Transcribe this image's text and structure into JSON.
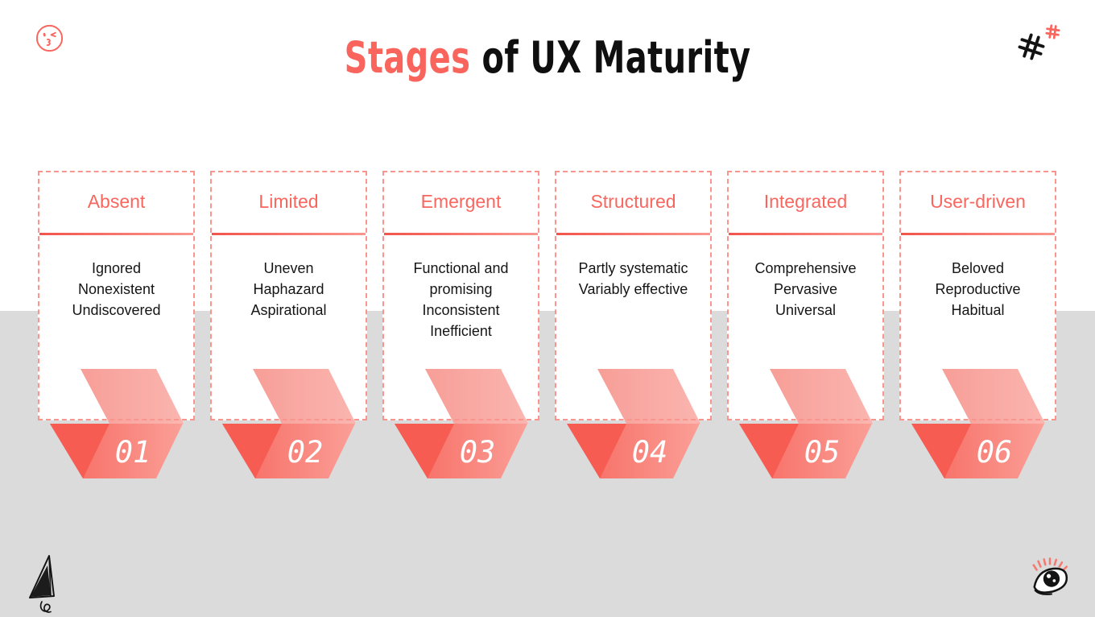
{
  "page": {
    "title_accent": "Stages",
    "title_rest": " of UX Maturity"
  },
  "cards": [
    {
      "number": "01",
      "title": "Absent",
      "lines": [
        "Ignored",
        "Nonexistent",
        "Undiscovered"
      ]
    },
    {
      "number": "02",
      "title": "Limited",
      "lines": [
        "Uneven",
        "Haphazard",
        "Aspirational"
      ]
    },
    {
      "number": "03",
      "title": "Emergent",
      "lines": [
        "Functional and",
        "promising",
        "Inconsistent",
        "Inefficient"
      ]
    },
    {
      "number": "04",
      "title": "Structured",
      "lines": [
        "Partly systematic",
        "Variably effective"
      ]
    },
    {
      "number": "05",
      "title": "Integrated",
      "lines": [
        "Comprehensive",
        "Pervasive",
        "Universal"
      ]
    },
    {
      "number": "06",
      "title": "User-driven",
      "lines": [
        "Beloved",
        "Reproductive",
        "Habitual"
      ]
    }
  ],
  "decor": {
    "icons": [
      "kiss-face-icon",
      "sparkle-icon-black",
      "sparkle-icon-coral",
      "paper-plane-doodle",
      "eye-doodle"
    ]
  },
  "colors": {
    "accent": "#F9665E",
    "heading_black": "#0F0F0F",
    "card_border_dash": "#F9958D",
    "divider_start": "#F3544B",
    "divider_end": "#F9968F",
    "ribbon_light_start": "#F79E98",
    "ribbon_light_end": "#FBB5AF",
    "ribbon_main_start": "#F7665D",
    "ribbon_main_end": "#FA9F97",
    "ribbon_dark": "#F75C53",
    "gray_band": "#DBDBDB",
    "body_text": "#151515"
  }
}
